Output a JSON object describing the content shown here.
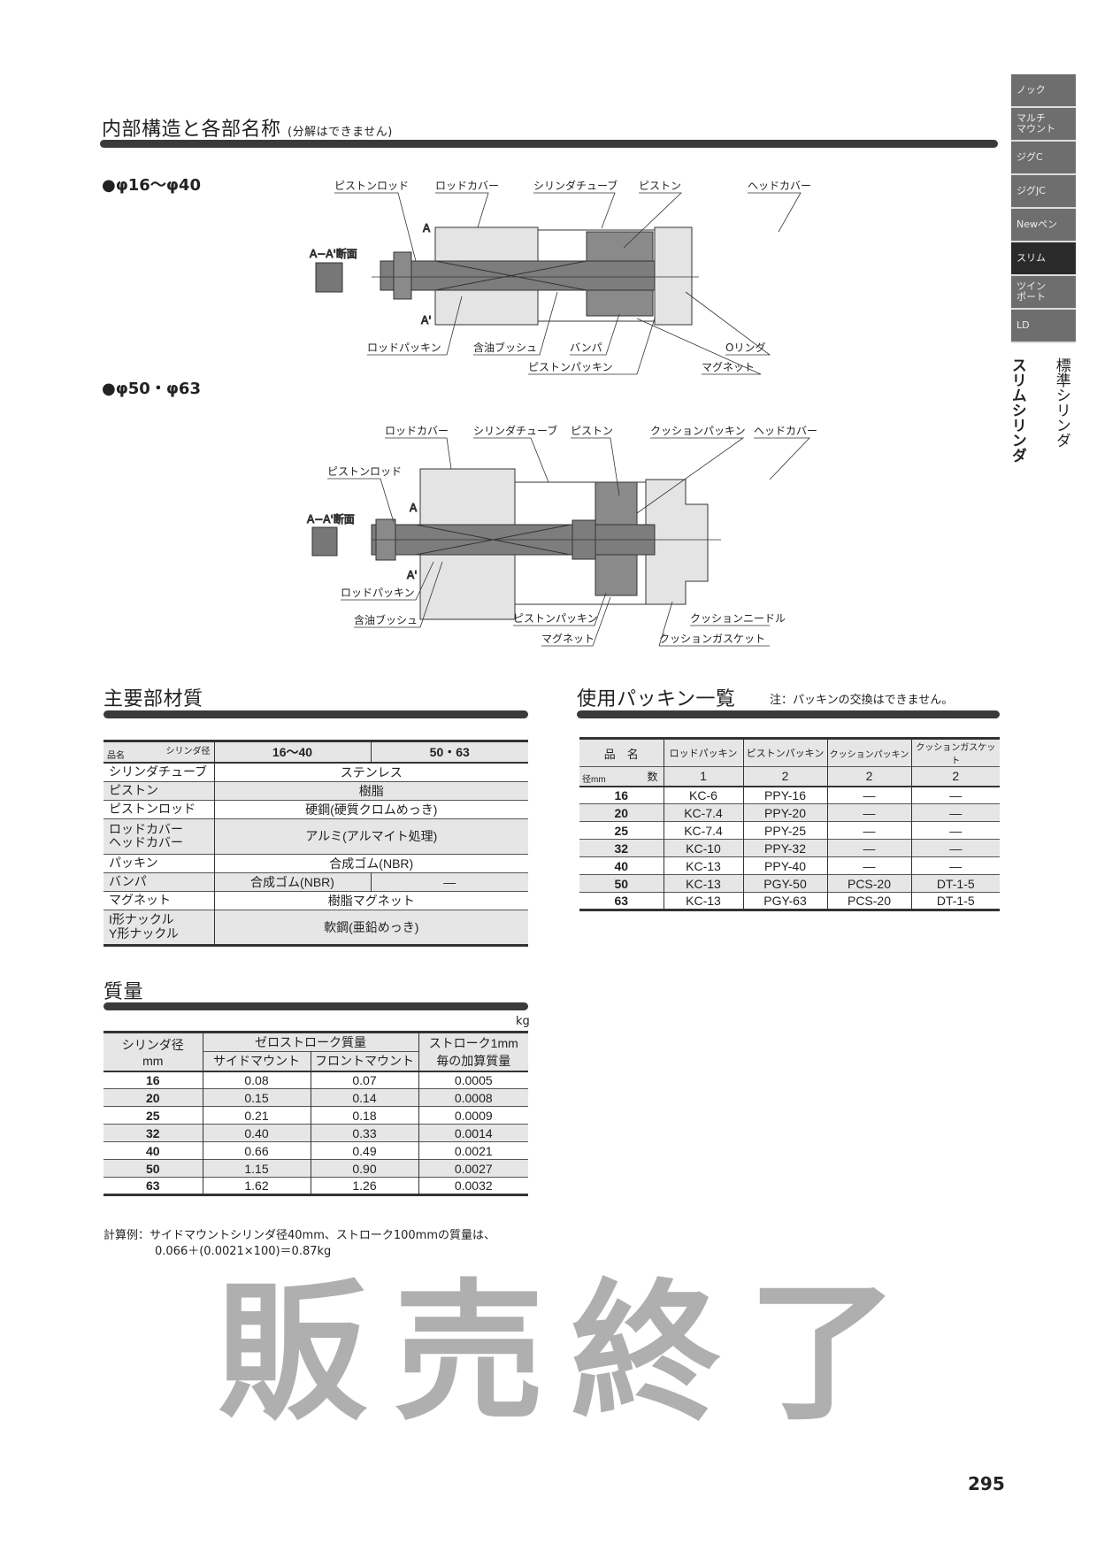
{
  "side_tabs": [
    "ノック",
    "マルチ\nマウント",
    "ジグC",
    "ジグJC",
    "Newペン",
    "スリム",
    "ツイン\nポート",
    "LD"
  ],
  "side_active": "スリム",
  "side_vertical": [
    "標準シリンダ",
    "スリムシリンダ"
  ],
  "section1": {
    "title": "内部構造と各部名称",
    "note": "(分解はできません)",
    "sub1": "●φ16〜φ40",
    "sub2": "●φ50・φ63"
  },
  "diagram1": {
    "section_label": "A−A'断面",
    "a": "A",
    "a2": "A'",
    "labels": {
      "piston_rod": "ピストンロッド",
      "rod_cover": "ロッドカバー",
      "tube": "シリンダチューブ",
      "piston": "ピストン",
      "head_cover": "ヘッドカバー",
      "rod_packing": "ロッドパッキン",
      "bush": "含油ブッシュ",
      "bumper": "バンパ",
      "oring": "Oリング",
      "piston_packing": "ピストンパッキン",
      "magnet": "マグネット"
    }
  },
  "diagram2": {
    "section_label": "A−A'断面",
    "a": "A",
    "a2": "A'",
    "labels": {
      "rod_cover": "ロッドカバー",
      "tube": "シリンダチューブ",
      "piston": "ピストン",
      "cushion_packing": "クッションパッキン",
      "head_cover": "ヘッドカバー",
      "piston_rod": "ピストンロッド",
      "rod_packing": "ロッドパッキン",
      "bush": "含油ブッシュ",
      "piston_packing": "ピストンパッキン",
      "magnet": "マグネット",
      "cushion_needle": "クッションニードル",
      "cushion_gasket": "クッションガスケット"
    }
  },
  "materials": {
    "title": "主要部材質",
    "corner_top": "シリンダ径",
    "corner_bottom": "品名",
    "col1": "16〜40",
    "col2": "50・63",
    "rows": [
      {
        "name": "シリンダチューブ",
        "value": "ステンレス"
      },
      {
        "name": "ピストン",
        "value": "樹脂"
      },
      {
        "name": "ピストンロッド",
        "value": "硬鋼(硬質クロムめっき)"
      },
      {
        "name": "ロッドカバー\nヘッドカバー",
        "value": "アルミ(アルマイト処理)"
      },
      {
        "name": "パッキン",
        "value": "合成ゴム(NBR)"
      },
      {
        "name": "バンパ",
        "value": "合成ゴム(NBR)",
        "value2": "—"
      },
      {
        "name": "マグネット",
        "value": "樹脂マグネット"
      },
      {
        "name": "I形ナックル\nY形ナックル",
        "value": "軟鋼(亜鉛めっき)"
      }
    ]
  },
  "mass": {
    "title": "質量",
    "unit": "kg",
    "h_bore": "シリンダ径\nmm",
    "h_zero": "ゼロストローク質量",
    "h_side": "サイドマウント",
    "h_front": "フロントマウント",
    "h_add": "ストローク1mm\n毎の加算質量",
    "rows": [
      [
        "16",
        "0.08",
        "0.07",
        "0.0005"
      ],
      [
        "20",
        "0.15",
        "0.14",
        "0.0008"
      ],
      [
        "25",
        "0.21",
        "0.18",
        "0.0009"
      ],
      [
        "32",
        "0.40",
        "0.33",
        "0.0014"
      ],
      [
        "40",
        "0.66",
        "0.49",
        "0.0021"
      ],
      [
        "50",
        "1.15",
        "0.90",
        "0.0027"
      ],
      [
        "63",
        "1.62",
        "1.26",
        "0.0032"
      ]
    ],
    "example1": "計算例：サイドマウントシリンダ径40mm、ストローク100mmの質量は、",
    "example2": "0.066＋(0.0021×100)＝0.87kg"
  },
  "packing": {
    "title": "使用パッキン一覧",
    "note": "注：パッキンの交換はできません。",
    "corner_top": "品　名",
    "corner_qty": "数",
    "corner_bore": "径mm",
    "cols": [
      "ロッドパッキン",
      "ピストンパッキン",
      "クッションパッキン",
      "クッションガスケット"
    ],
    "qty": [
      "1",
      "2",
      "2",
      "2"
    ],
    "rows": [
      [
        "16",
        "KC-6",
        "PPY-16",
        "—",
        "—"
      ],
      [
        "20",
        "KC-7.4",
        "PPY-20",
        "—",
        "—"
      ],
      [
        "25",
        "KC-7.4",
        "PPY-25",
        "—",
        "—"
      ],
      [
        "32",
        "KC-10",
        "PPY-32",
        "—",
        "—"
      ],
      [
        "40",
        "KC-13",
        "PPY-40",
        "—",
        "—"
      ],
      [
        "50",
        "KC-13",
        "PGY-50",
        "PCS-20",
        "DT-1-5"
      ],
      [
        "63",
        "KC-13",
        "PGY-63",
        "PCS-20",
        "DT-1-5"
      ]
    ]
  },
  "watermark": "販売終了",
  "page_number": "295"
}
